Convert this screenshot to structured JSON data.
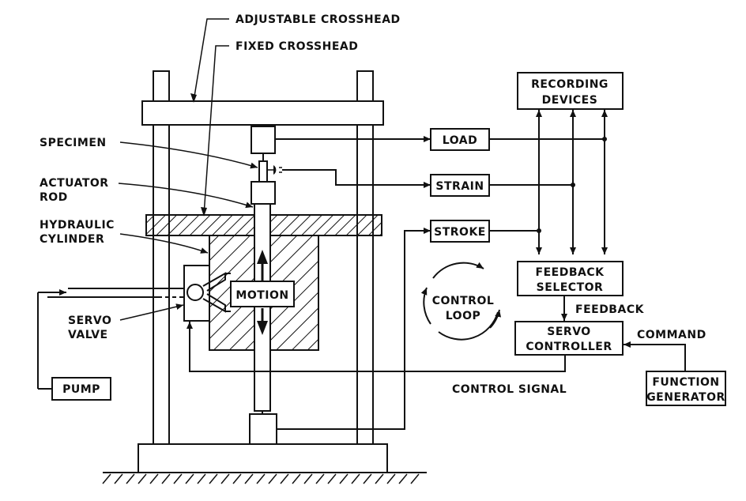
{
  "labels": {
    "adjustable_crosshead": "ADJUSTABLE CROSSHEAD",
    "fixed_crosshead": "FIXED CROSSHEAD",
    "specimen": "SPECIMEN",
    "actuator_rod_1": "ACTUATOR",
    "actuator_rod_2": "ROD",
    "hydraulic_cylinder_1": "HYDRAULIC",
    "hydraulic_cylinder_2": "CYLINDER",
    "servo_valve_1": "SERVO",
    "servo_valve_2": "VALVE",
    "motion": "MOTION",
    "control_loop_1": "CONTROL",
    "control_loop_2": "LOOP",
    "control_signal": "CONTROL SIGNAL",
    "feedback": "FEEDBACK",
    "command": "COMMAND"
  },
  "boxes": {
    "pump": "PUMP",
    "load": "LOAD",
    "strain": "STRAIN",
    "stroke": "STROKE",
    "recording_devices_1": "RECORDING",
    "recording_devices_2": "DEVICES",
    "feedback_selector_1": "FEEDBACK",
    "feedback_selector_2": "SELECTOR",
    "servo_controller_1": "SERVO",
    "servo_controller_2": "CONTROLLER",
    "function_generator_1": "FUNCTION",
    "function_generator_2": "GENERATOR"
  }
}
